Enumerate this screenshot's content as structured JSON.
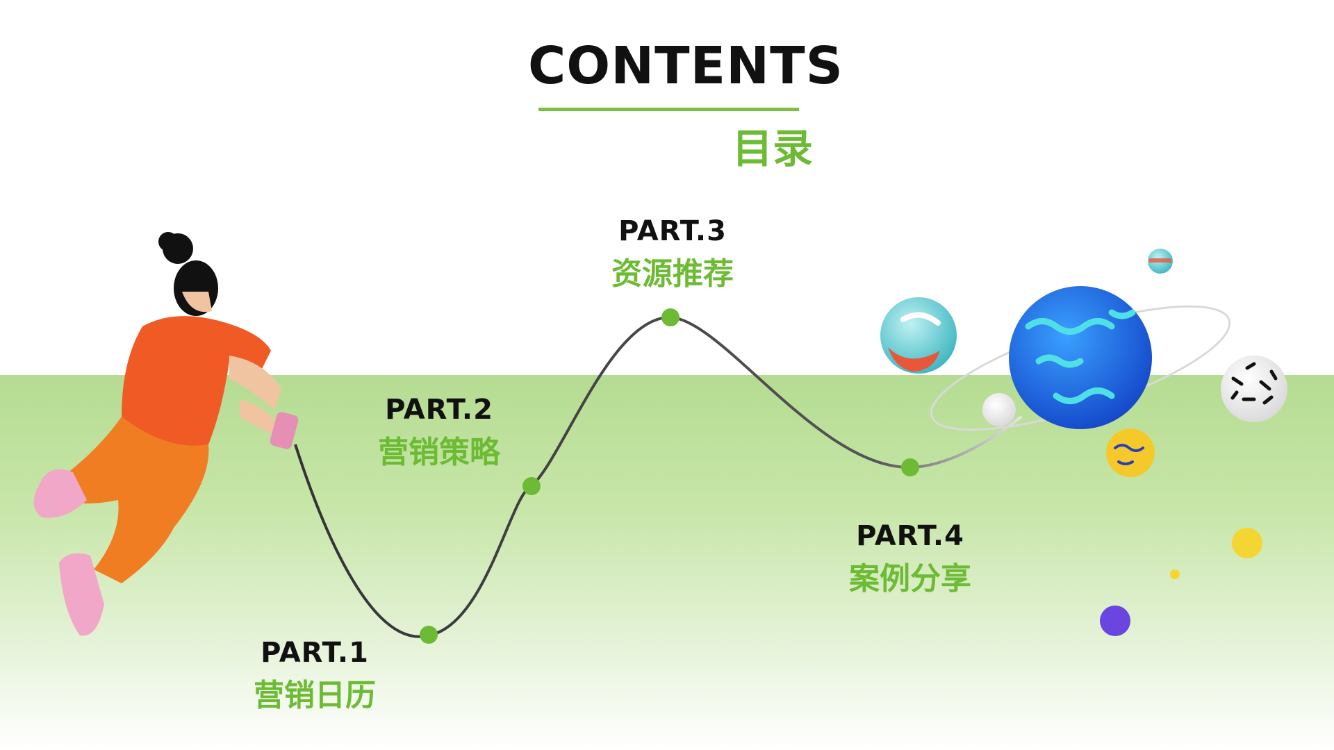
{
  "header": {
    "title": "CONTENTS",
    "subtitle": "目录"
  },
  "parts": [
    {
      "label": "PART.1",
      "name": "营销日历"
    },
    {
      "label": "PART.2",
      "name": "营销策略"
    },
    {
      "label": "PART.3",
      "name": "资源推荐"
    },
    {
      "label": "PART.4",
      "name": "案例分享"
    }
  ],
  "colors": {
    "accent": "#6dbb34",
    "text": "#111111",
    "band": "#b5dc92"
  },
  "icons": [
    "person-illustration",
    "planet-icon"
  ]
}
